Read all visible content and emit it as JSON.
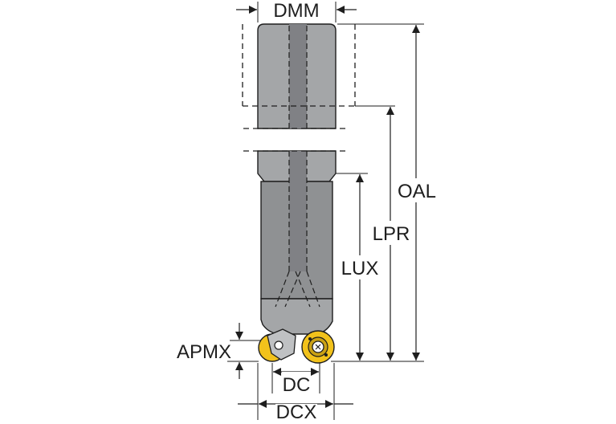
{
  "labels": {
    "dmm": "DMM",
    "oal": "OAL",
    "lpr": "LPR",
    "lux": "LUX",
    "apmx": "APMX",
    "dc": "DC",
    "dcx": "DCX"
  },
  "colors": {
    "body_gray": "#a4a6a8",
    "body_dark": "#8c8e90",
    "coolant_channel": "#808185",
    "insert_gold": "#f2c21b",
    "insert_dark": "#caa114",
    "line": "#1e1e1e"
  },
  "icons": {
    "dimension_arrow": "arrow-icon",
    "insert": "round-insert-icon",
    "screw": "torx-screw-icon"
  }
}
